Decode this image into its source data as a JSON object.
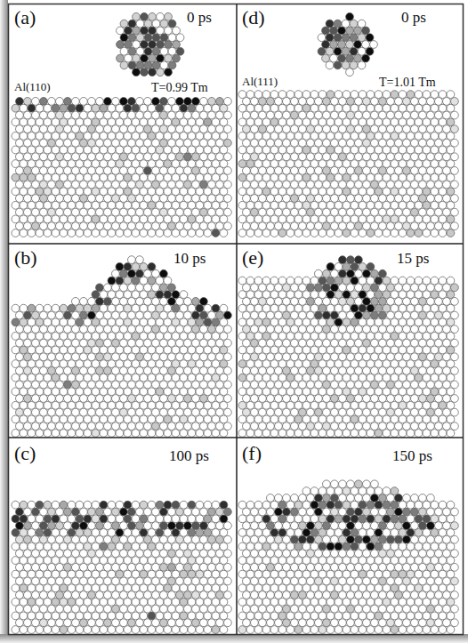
{
  "diagram": {
    "nodes": [
      {
        "text": [
          "(a)",
          "0 ps",
          "Al(110)",
          "T=0.99 Tm"
        ]
      },
      {
        "text": [
          "(d)",
          "0 ps",
          "Al(111)",
          "T=1.01 Tm"
        ]
      },
      {
        "text": [
          "(b)",
          "10 ps"
        ]
      },
      {
        "text": [
          "(e)",
          "15 ps"
        ]
      },
      {
        "text": [
          "(c)",
          "100 ps"
        ]
      },
      {
        "text": [
          "(f)",
          "150 ps"
        ]
      }
    ]
  }
}
